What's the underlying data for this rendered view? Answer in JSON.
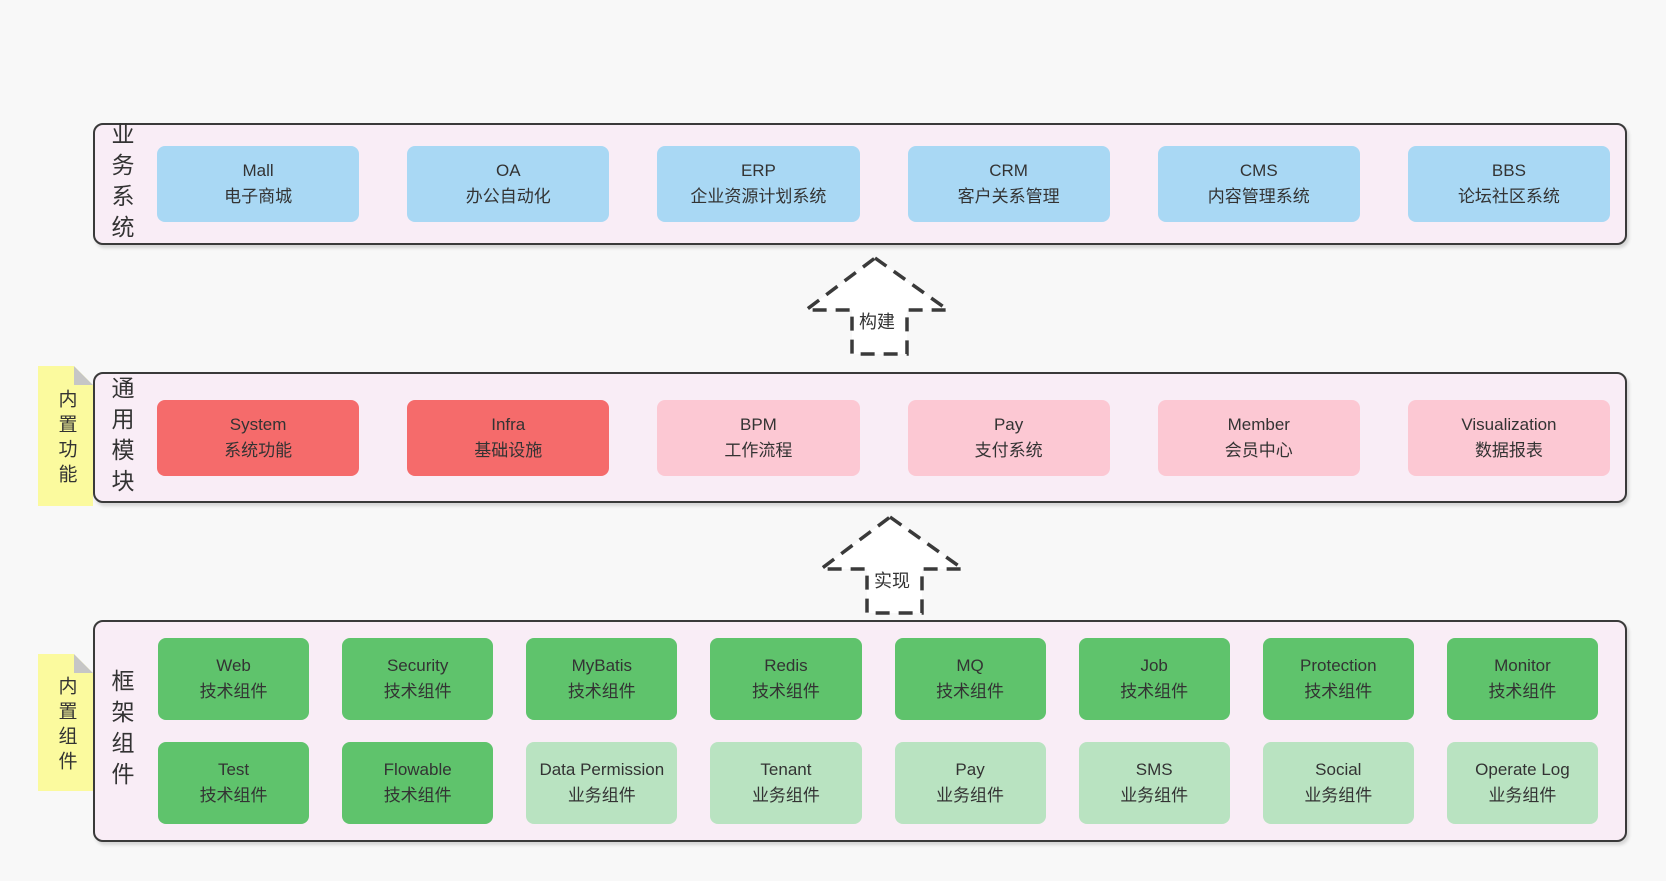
{
  "diagram": {
    "colors": {
      "background": "#f8f8f8",
      "panel_background": "#f9edf6",
      "panel_border": "#3a3a3a",
      "blue_box": "#a9d8f4",
      "red_box": "#f56b6b",
      "pink_box": "#fcc8d3",
      "green_box": "#5fc36c",
      "light_green_box": "#b9e3c1",
      "sticky_yellow": "#fbfa9e",
      "sticky_fold_gray": "#c6c6c6",
      "text": "#333333"
    },
    "arrows": [
      {
        "label": "构建"
      },
      {
        "label": "实现"
      }
    ],
    "sections": {
      "business": {
        "panel_label": "业务系统",
        "boxes": [
          {
            "name": "Mall",
            "desc": "电子商城"
          },
          {
            "name": "OA",
            "desc": "办公自动化"
          },
          {
            "name": "ERP",
            "desc": "企业资源计划系统"
          },
          {
            "name": "CRM",
            "desc": "客户关系管理"
          },
          {
            "name": "CMS",
            "desc": "内容管理系统"
          },
          {
            "name": "BBS",
            "desc": "论坛社区系统"
          }
        ]
      },
      "modules": {
        "sticky_label": "内置功能",
        "panel_label": "通用模块",
        "boxes": [
          {
            "name": "System",
            "desc": "系统功能",
            "variant": "red"
          },
          {
            "name": "Infra",
            "desc": "基础设施",
            "variant": "red"
          },
          {
            "name": "BPM",
            "desc": "工作流程",
            "variant": "pink"
          },
          {
            "name": "Pay",
            "desc": "支付系统",
            "variant": "pink"
          },
          {
            "name": "Member",
            "desc": "会员中心",
            "variant": "pink"
          },
          {
            "name": "Visualization",
            "desc": "数据报表",
            "variant": "pink"
          }
        ]
      },
      "components": {
        "sticky_label": "内置组件",
        "panel_label": "框架组件",
        "row1": [
          {
            "name": "Web",
            "desc": "技术组件",
            "variant": "green"
          },
          {
            "name": "Security",
            "desc": "技术组件",
            "variant": "green"
          },
          {
            "name": "MyBatis",
            "desc": "技术组件",
            "variant": "green"
          },
          {
            "name": "Redis",
            "desc": "技术组件",
            "variant": "green"
          },
          {
            "name": "MQ",
            "desc": "技术组件",
            "variant": "green"
          },
          {
            "name": "Job",
            "desc": "技术组件",
            "variant": "green"
          },
          {
            "name": "Protection",
            "desc": "技术组件",
            "variant": "green"
          },
          {
            "name": "Monitor",
            "desc": "技术组件",
            "variant": "green"
          }
        ],
        "row2": [
          {
            "name": "Test",
            "desc": "技术组件",
            "variant": "green"
          },
          {
            "name": "Flowable",
            "desc": "技术组件",
            "variant": "green"
          },
          {
            "name": "Data Permission",
            "desc": "业务组件",
            "variant": "lightgreen"
          },
          {
            "name": "Tenant",
            "desc": "业务组件",
            "variant": "lightgreen"
          },
          {
            "name": "Pay",
            "desc": "业务组件",
            "variant": "lightgreen"
          },
          {
            "name": "SMS",
            "desc": "业务组件",
            "variant": "lightgreen"
          },
          {
            "name": "Social",
            "desc": "业务组件",
            "variant": "lightgreen"
          },
          {
            "name": "Operate Log",
            "desc": "业务组件",
            "variant": "lightgreen"
          }
        ]
      }
    }
  }
}
